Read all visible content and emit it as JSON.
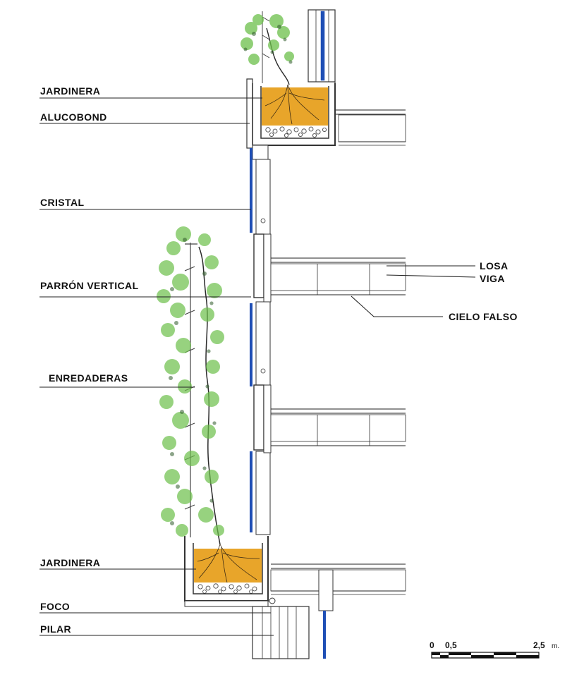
{
  "labels": {
    "jardinera_top": "JARDINERA",
    "alucobond": "ALUCOBOND",
    "cristal": "CRISTAL",
    "parron_vertical": "PARRÓN VERTICAL",
    "enredaderas": "ENREDADERAS",
    "jardinera_bottom": "JARDINERA",
    "foco": "FOCO",
    "pilar": "PILAR",
    "losa": "LOSA",
    "viga": "VIGA",
    "cielo_falso": "CIELO FALSO"
  },
  "scale": {
    "tick_0": "0",
    "tick_05": "0,5",
    "tick_25": "2,5",
    "unit": "m."
  },
  "colors": {
    "glass": "#1f4fb5",
    "soil": "#e8a52a",
    "vine_green": "#6cc04a",
    "vine_dark": "#2f5a2a",
    "ink": "#222222"
  }
}
